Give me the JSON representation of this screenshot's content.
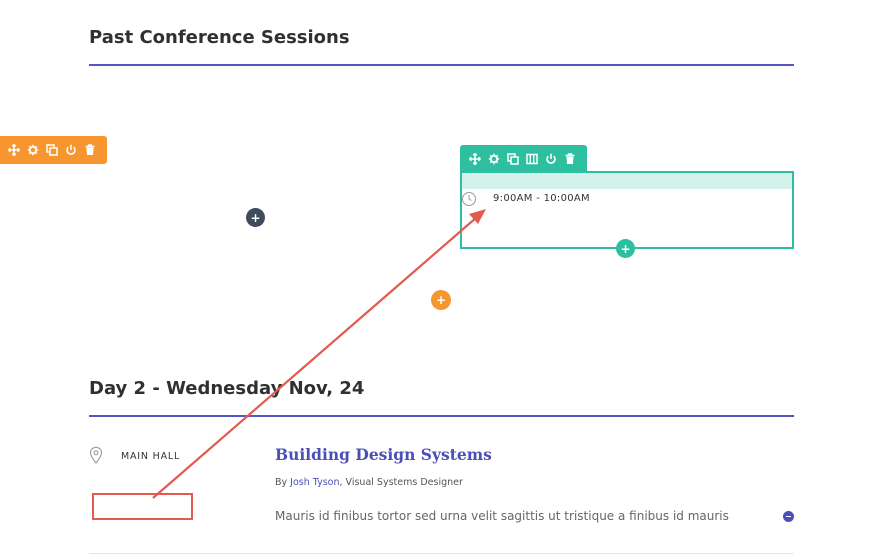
{
  "section": {
    "title": "Past Conference Sessions"
  },
  "toolbars": {
    "row": {
      "icons": [
        "move-icon",
        "gear-icon",
        "duplicate-icon",
        "power-icon",
        "trash-icon"
      ]
    },
    "module": {
      "icons": [
        "move-icon",
        "gear-icon",
        "duplicate-icon",
        "columns-icon",
        "power-icon",
        "trash-icon"
      ]
    }
  },
  "module": {
    "time": "9:00AM - 10:00AM"
  },
  "buttons": {
    "add_glyph": "+"
  },
  "day": {
    "title": "Day 2 - Wednesday Nov, 24"
  },
  "session": {
    "location": "MAIN HALL",
    "title": "Building Design Systems",
    "by_prefix": "By ",
    "speaker": "Josh Tyson",
    "speaker_role": ", Visual Systems Designer",
    "description": "Mauris id finibus tortor sed urna velit sagittis ut tristique a finibus id mauris"
  },
  "colors": {
    "accent": "#5457bd",
    "teal": "#2dbfa0",
    "orange": "#f7962f",
    "annotation": "#e25b4e"
  }
}
